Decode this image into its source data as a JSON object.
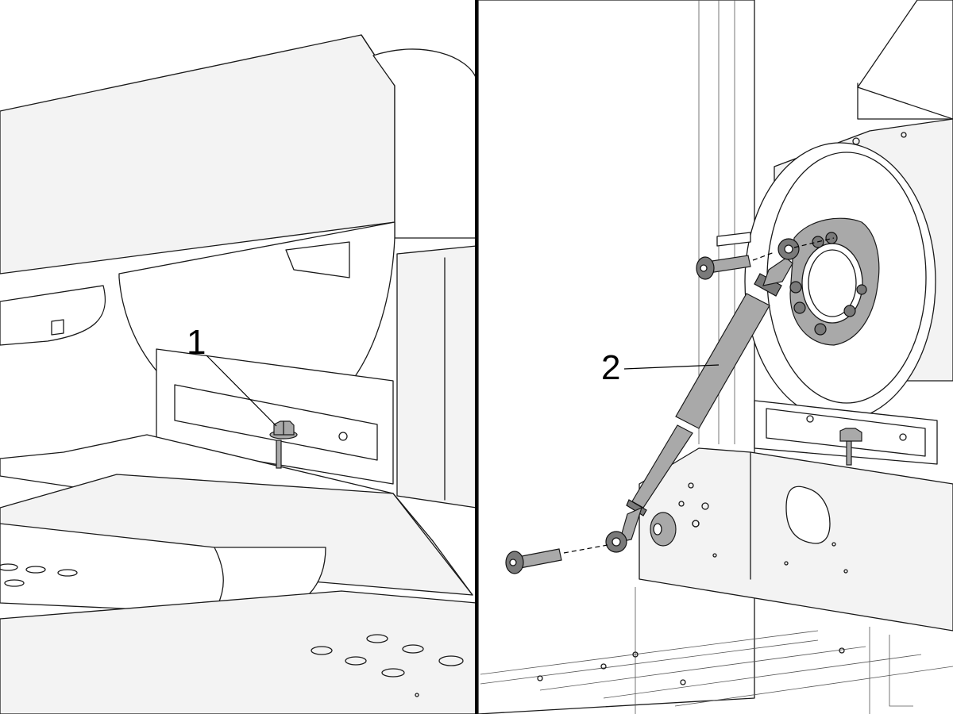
{
  "callouts": [
    {
      "id": "1",
      "label": "1"
    },
    {
      "id": "2",
      "label": "2"
    }
  ],
  "colors": {
    "background": "#ffffff",
    "line": "#1a1a1a",
    "part_fill": "#a9a9a9",
    "divider": "#000000"
  }
}
